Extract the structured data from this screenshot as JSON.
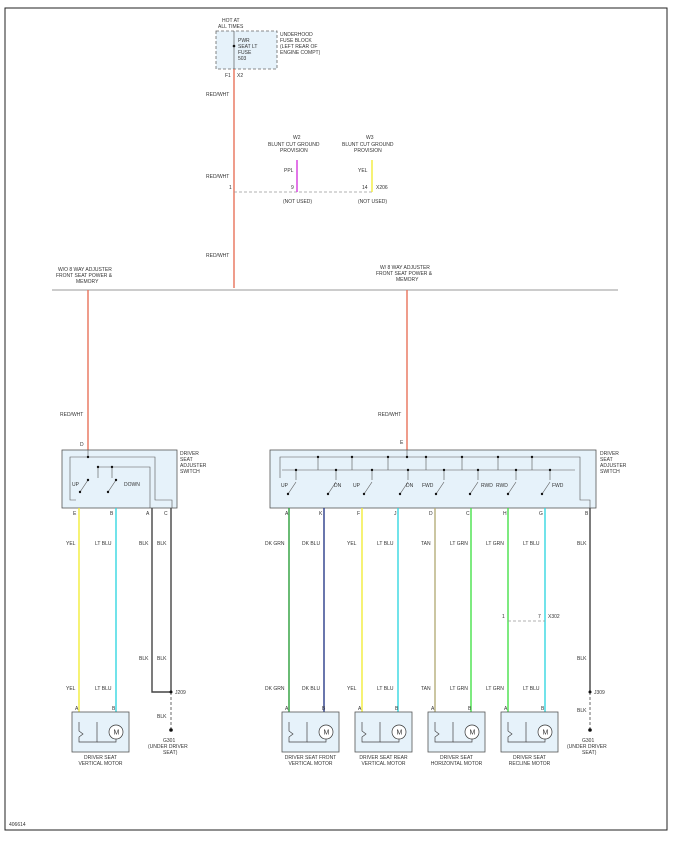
{
  "fuse": {
    "hot_line1": "HOT AT",
    "hot_line2": "ALL TIMES",
    "pwr_line1": "PWR",
    "pwr_line2": "SEAT LT",
    "pwr_line3": "FUSE",
    "pwr_line4": "503",
    "block_line1": "UNDERHOOD",
    "block_line2": "FUSE BLOCK",
    "block_line3": "(LEFT REAR OF",
    "block_line4": "ENGINE COMPT)",
    "pin": "F1",
    "connector": "X2"
  },
  "wire_colors": {
    "red_wht": "RED/WHT",
    "ppl": "PPL",
    "yel": "YEL",
    "lt_blu": "LT BLU",
    "blk": "BLK",
    "dk_grn": "DK GRN",
    "dk_blu": "DK BLU",
    "tan": "TAN",
    "lt_grn": "LT GRN"
  },
  "colors": {
    "red_wht": "#e8735a",
    "ppl": "#d63adf",
    "yel": "#f2ec3a",
    "lt_blu": "#35d7e2",
    "dk_grn": "#2a9e3a",
    "dk_blu": "#2a3d8a",
    "tan": "#b5ad7a",
    "lt_grn": "#47e04a",
    "blk": "#444444",
    "box_fill": "#e6f2fa"
  },
  "provisions": {
    "w2_title": "W2",
    "w3_title": "W3",
    "line1": "BLUNT CUT GROUND",
    "line2": "PROVISION",
    "not_used": "(NOT USED)",
    "pin_9": "9",
    "pin_14": "14",
    "conn_x206": "X206",
    "pin_1": "1"
  },
  "branches": {
    "left_line1": "W/O 8 WAY ADJUSTER",
    "left_line2": "FRONT SEAT POWER &",
    "left_line3": "MEMORY",
    "right_line1": "W/ 8 WAY ADJUSTER",
    "right_line2": "FRONT SEAT POWER &",
    "right_line3": "MEMORY"
  },
  "left_switch": {
    "feed_pin": "D",
    "title1": "DRIVER",
    "title2": "SEAT",
    "title3": "ADJUSTER",
    "title4": "SWITCH",
    "up": "UP",
    "down": "DOWN",
    "pins": [
      "E",
      "B",
      "A",
      "C"
    ]
  },
  "right_switch": {
    "feed_pin": "E",
    "title1": "DRIVER",
    "title2": "SEAT",
    "title3": "ADJUSTER",
    "title4": "SWITCH",
    "labels": [
      "UP",
      "DN",
      "UP",
      "DN",
      "FWD",
      "RWD",
      "RWD",
      "FWD"
    ],
    "pins": [
      "A",
      "K",
      "F",
      "J",
      "D",
      "C",
      "H",
      "G",
      "B"
    ]
  },
  "splices": {
    "j209": "J209",
    "j309": "J309",
    "x302": "X302",
    "pin_1": "1",
    "pin_7": "7"
  },
  "grounds": {
    "left_name": "G301",
    "left_loc1": "(UNDER DRIVER",
    "left_loc2": "SEAT)",
    "right_name": "G301",
    "right_loc1": "(UNDER DRIVER",
    "right_loc2": "SEAT)"
  },
  "motors": [
    {
      "line1": "DRIVER SEAT",
      "line2": "VERTICAL MOTOR"
    },
    {
      "line1": "DRIVER SEAT FRONT",
      "line2": "VERTICAL MOTOR"
    },
    {
      "line1": "DRIVER SEAT REAR",
      "line2": "VERTICAL MOTOR"
    },
    {
      "line1": "DRIVER SEAT",
      "line2": "HORIZONTAL MOTOR"
    },
    {
      "line1": "DRIVER SEAT",
      "line2": "RECLINE MOTOR"
    }
  ],
  "motor_symbol": "M",
  "motor_pins": {
    "a": "A",
    "b": "B"
  },
  "figure_id": "406614"
}
